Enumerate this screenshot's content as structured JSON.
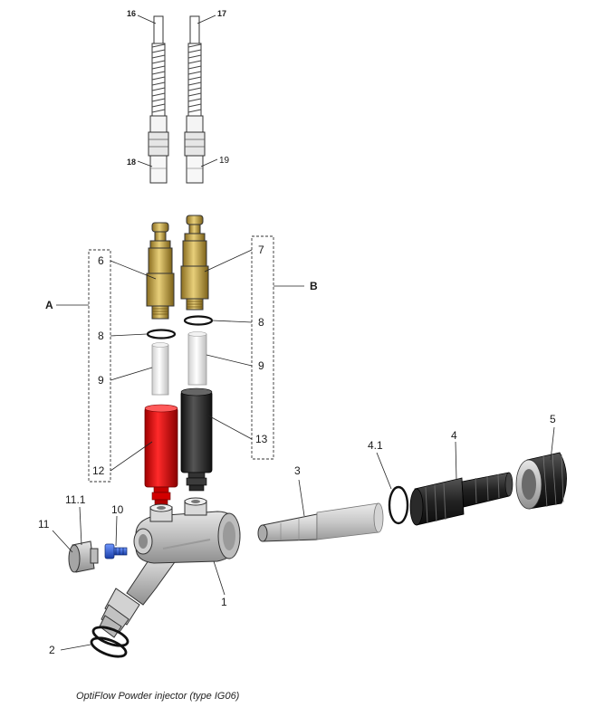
{
  "caption": "OptiFlow Powder injector (type IG06)",
  "labels": {
    "l16": "16",
    "l17": "17",
    "l18": "18",
    "l19": "19",
    "l6": "6",
    "l7": "7",
    "lA": "A",
    "lB": "B",
    "l8a": "8",
    "l8b": "8",
    "l9a": "9",
    "l9b": "9",
    "l12": "12",
    "l13": "13",
    "l3": "3",
    "l41": "4.1",
    "l4": "4",
    "l5": "5",
    "l111": "11.1",
    "l10": "10",
    "l11": "11",
    "l1": "1",
    "l2": "2"
  },
  "colors": {
    "brass": "#c9a94a",
    "red_sleeve": "#e01010",
    "black_sleeve": "#2b2b2b",
    "grey_part": "#c8c8c8",
    "blue_screw": "#2255cc"
  }
}
